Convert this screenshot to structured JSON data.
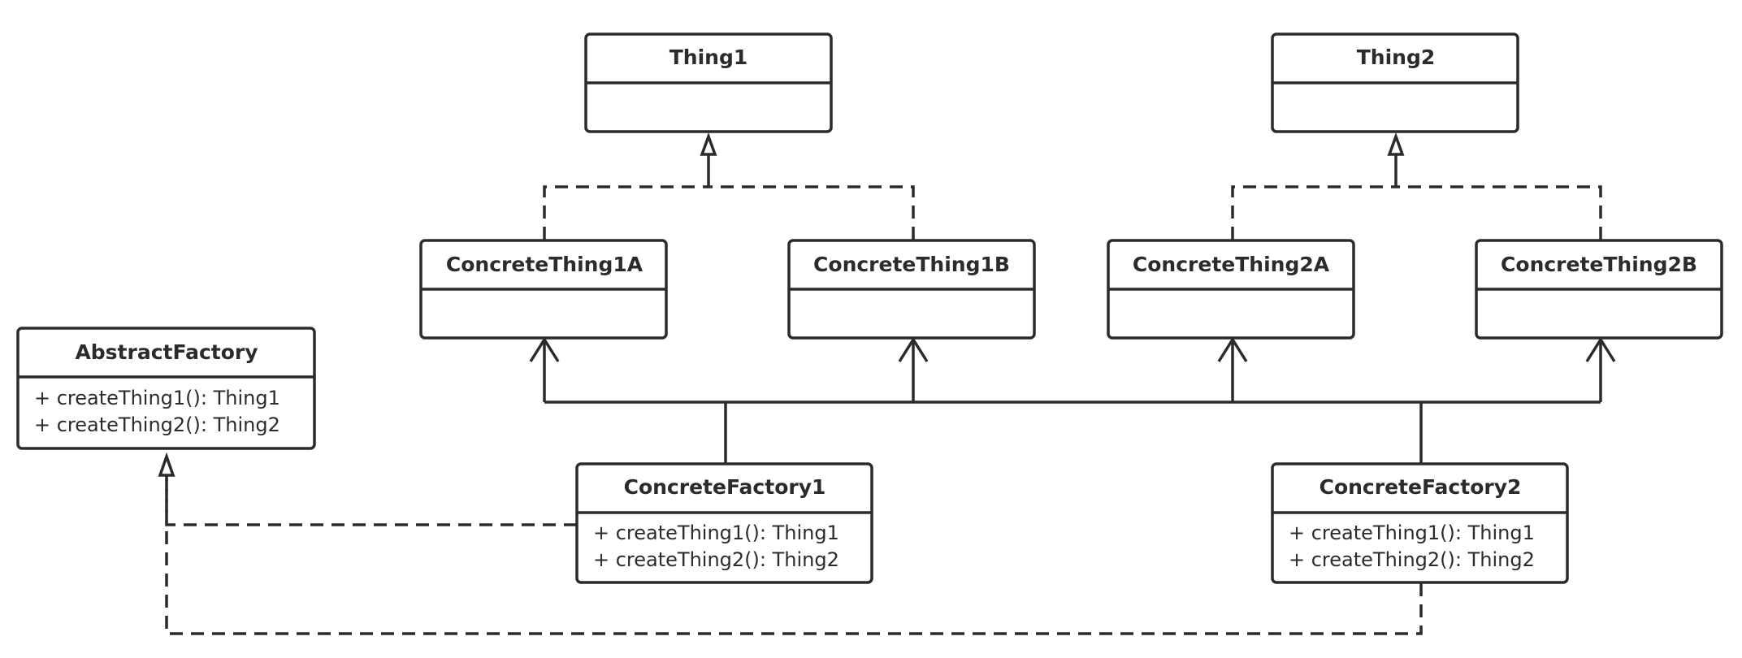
{
  "diagram": {
    "classes": {
      "thing1": {
        "name": "Thing1"
      },
      "thing2": {
        "name": "Thing2"
      },
      "concrete_thing1a": {
        "name": "ConcreteThing1A"
      },
      "concrete_thing1b": {
        "name": "ConcreteThing1B"
      },
      "concrete_thing2a": {
        "name": "ConcreteThing2A"
      },
      "concrete_thing2b": {
        "name": "ConcreteThing2B"
      },
      "abstract_factory": {
        "name": "AbstractFactory",
        "members": [
          "+ createThing1(): Thing1",
          "+ createThing2(): Thing2"
        ]
      },
      "concrete_factory1": {
        "name": "ConcreteFactory1",
        "members": [
          "+ createThing1(): Thing1",
          "+ createThing2(): Thing2"
        ]
      },
      "concrete_factory2": {
        "name": "ConcreteFactory2",
        "members": [
          "+ createThing1(): Thing1",
          "+ createThing2(): Thing2"
        ]
      }
    },
    "relations": [
      {
        "type": "realization",
        "from": "ConcreteThing1A",
        "to": "Thing1"
      },
      {
        "type": "realization",
        "from": "ConcreteThing1B",
        "to": "Thing1"
      },
      {
        "type": "realization",
        "from": "ConcreteThing2A",
        "to": "Thing2"
      },
      {
        "type": "realization",
        "from": "ConcreteThing2B",
        "to": "Thing2"
      },
      {
        "type": "realization",
        "from": "ConcreteFactory1",
        "to": "AbstractFactory"
      },
      {
        "type": "realization",
        "from": "ConcreteFactory2",
        "to": "AbstractFactory"
      },
      {
        "type": "dependency",
        "from": "ConcreteFactory1",
        "to": "ConcreteThing1A"
      },
      {
        "type": "dependency",
        "from": "ConcreteFactory1",
        "to": "ConcreteThing1B"
      },
      {
        "type": "dependency",
        "from": "ConcreteFactory1",
        "to": "ConcreteThing2A"
      },
      {
        "type": "dependency",
        "from": "ConcreteFactory1",
        "to": "ConcreteThing2B"
      },
      {
        "type": "dependency",
        "from": "ConcreteFactory2",
        "to": "ConcreteThing1A"
      },
      {
        "type": "dependency",
        "from": "ConcreteFactory2",
        "to": "ConcreteThing1B"
      },
      {
        "type": "dependency",
        "from": "ConcreteFactory2",
        "to": "ConcreteThing2A"
      },
      {
        "type": "dependency",
        "from": "ConcreteFactory2",
        "to": "ConcreteThing2B"
      }
    ]
  }
}
